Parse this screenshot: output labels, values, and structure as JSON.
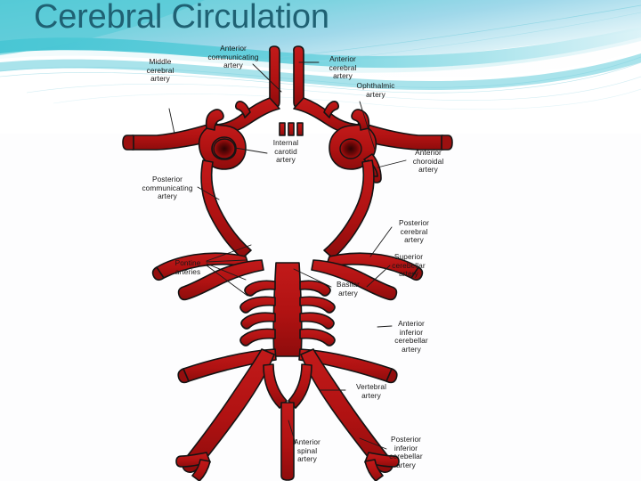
{
  "slide": {
    "title": "Cerebral Circulation",
    "title_color": "#1f6173",
    "background_color": "#ffffff",
    "accent_color": "#5ecdd8",
    "artery_color": "#b51418",
    "artery_outline_color": "#1a1a1a"
  },
  "diagram": {
    "name": "circle-of-willis-diagram",
    "labels": [
      {
        "id": "middle-cerebral-artery",
        "text": "Middle\ncerebral\nartery"
      },
      {
        "id": "anterior-communicating-artery",
        "text": "Anterior\ncommunicating\nartery"
      },
      {
        "id": "anterior-cerebral-artery",
        "text": "Anterior\ncerebral\nartery"
      },
      {
        "id": "ophthalmic-artery",
        "text": "Ophthalmic\nartery"
      },
      {
        "id": "internal-carotid-artery",
        "text": "Internal\ncarotid\nartery"
      },
      {
        "id": "anterior-choroidal-artery",
        "text": "Anterior\nchoroidal\nartery"
      },
      {
        "id": "posterior-communicating-artery",
        "text": "Posterior\ncommunicating\nartery"
      },
      {
        "id": "posterior-cerebral-artery",
        "text": "Posterior\ncerebral\nartery"
      },
      {
        "id": "superior-cerebellar-artery",
        "text": "Superior\ncerebellar\nartery"
      },
      {
        "id": "pontine-arteries",
        "text": "Pontine\narteries"
      },
      {
        "id": "basilar-artery",
        "text": "Basilar\nartery"
      },
      {
        "id": "anterior-inferior-cerebellar-artery",
        "text": "Anterior\ninferior\ncerebellar\nartery"
      },
      {
        "id": "vertebral-artery",
        "text": "Vertebral\nartery"
      },
      {
        "id": "anterior-spinal-artery",
        "text": "Anterior\nspinal\nartery"
      },
      {
        "id": "posterior-inferior-cerebellar-artery",
        "text": "Posterior\ninferior\ncerebellar\nartery"
      }
    ]
  }
}
